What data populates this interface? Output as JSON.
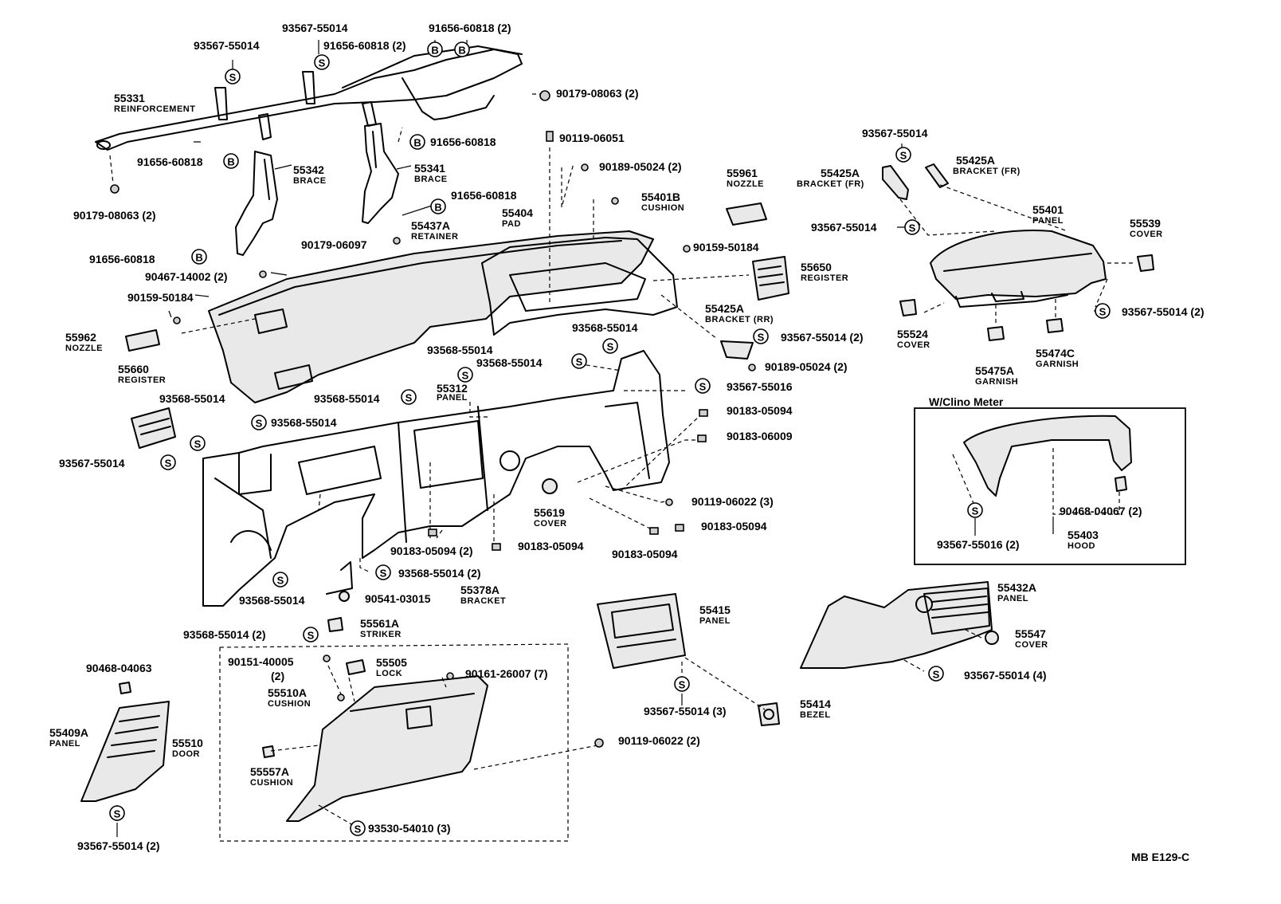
{
  "diagram_code": "MB E129-C",
  "inset_title": "W/Clino Meter",
  "symbols": {
    "s": "S",
    "b": "B"
  },
  "labels": {
    "l01": "93567-55014",
    "l02": "93567-55014",
    "l03": "91656-60818 (2)",
    "l04": "91656-60818 (2)",
    "l05": "55331",
    "l05n": "REINFORCEMENT",
    "l06": "90179-08063 (2)",
    "l07": "91656-60818",
    "l08": "55342",
    "l08n": "BRACE",
    "l09": "55341",
    "l09n": "BRACE",
    "l10": "91656-60818",
    "l11": "90179-08063 (2)",
    "l12": "90119-06051",
    "l13": "90189-05024 (2)",
    "l14": "91656-60818",
    "l15": "55401B",
    "l15n": "CUSHION",
    "l16": "55404",
    "l16n": "PAD",
    "l17": "55437A",
    "l17n": "RETAINER",
    "l18": "90179-06097",
    "l19": "91656-60818",
    "l20": "90467-14002 (2)",
    "l21": "90159-50184",
    "l22": "55962",
    "l22n": "NOZZLE",
    "l23": "55961",
    "l23n": "NOZZLE",
    "l24": "90159-50184",
    "l25": "55650",
    "l25n": "REGISTER",
    "l26": "55425A",
    "l26n": "BRACKET (RR)",
    "l27": "93567-55014 (2)",
    "l28": "90189-05024 (2)",
    "l29": "93568-55014",
    "l30": "93568-55014",
    "l31": "93568-55014",
    "l32": "55660",
    "l32n": "REGISTER",
    "l33": "93568-55014",
    "l34": "93568-55014",
    "l35": "55312",
    "l35n": "PANEL",
    "l36": "93567-55016",
    "l37": "90183-05094",
    "l38": "90183-06009",
    "l39": "93568-55014",
    "l40": "93567-55014",
    "l41": "55619",
    "l41n": "COVER",
    "l42": "90119-06022 (3)",
    "l43": "90183-05094",
    "l44": "90183-05094 (2)",
    "l45": "90183-05094",
    "l46": "90183-05094",
    "l47": "93568-55014 (2)",
    "l48": "93568-55014",
    "l49": "90541-03015",
    "l50": "55378A",
    "l50n": "BRACKET",
    "l51": "93568-55014 (2)",
    "l52": "55561A",
    "l52n": "STRIKER",
    "l53": "93567-55014",
    "l54": "55425A",
    "l54n": "BRACKET (FR)",
    "l55": "55425A",
    "l55n": "BRACKET (FR)",
    "l56": "93567-55014",
    "l57": "55401",
    "l57n": "PANEL",
    "l58": "55539",
    "l58n": "COVER",
    "l59": "93567-55014 (2)",
    "l60": "55524",
    "l60n": "COVER",
    "l61": "55474C",
    "l61n": "GARNISH",
    "l62": "55475A",
    "l62n": "GARNISH",
    "l63": "90468-04067 (2)",
    "l64": "93567-55016 (2)",
    "l65": "55403",
    "l65n": "HOOD",
    "l66": "55432A",
    "l66n": "PANEL",
    "l67": "55547",
    "l67n": "COVER",
    "l68": "93567-55014 (4)",
    "l69": "55415",
    "l69n": "PANEL",
    "l70": "93567-55014 (3)",
    "l71": "55414",
    "l71n": "BEZEL",
    "l72": "90468-04063",
    "l73": "55409A",
    "l73n": "PANEL",
    "l74": "93567-55014 (2)",
    "l75": "55510",
    "l75n": "DOOR",
    "l76": "90151-40005",
    "l76b": "(2)",
    "l77": "55505",
    "l77n": "LOCK",
    "l78": "90161-26007 (7)",
    "l79": "55510A",
    "l79n": "CUSHION",
    "l80": "55557A",
    "l80n": "CUSHION",
    "l81": "93530-54010 (3)",
    "l82": "90119-06022 (2)"
  }
}
